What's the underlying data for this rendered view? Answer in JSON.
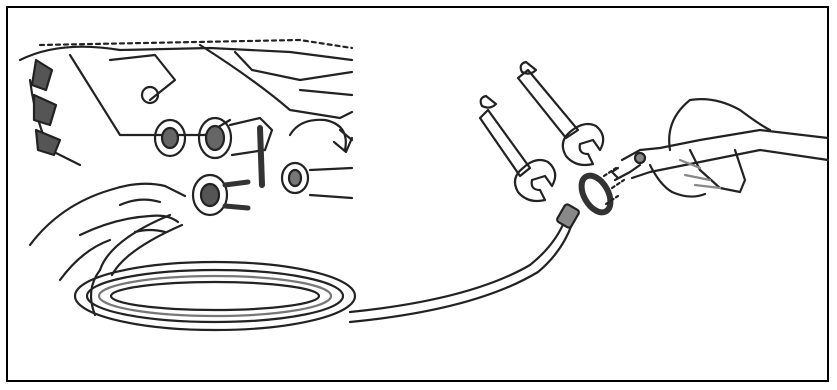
{
  "figure": {
    "kind": "line-art illustration",
    "colors": {
      "ink": "#222222",
      "border": "#000000",
      "background": "#ffffff",
      "grey": "#9a9a9a"
    },
    "parts": [
      "pressure-washer-body",
      "hand-with-hose-coupling",
      "coiled-hose",
      "hose-end-fitting",
      "wrench-1",
      "wrench-2",
      "o-ring-seal",
      "spray-gun"
    ]
  }
}
